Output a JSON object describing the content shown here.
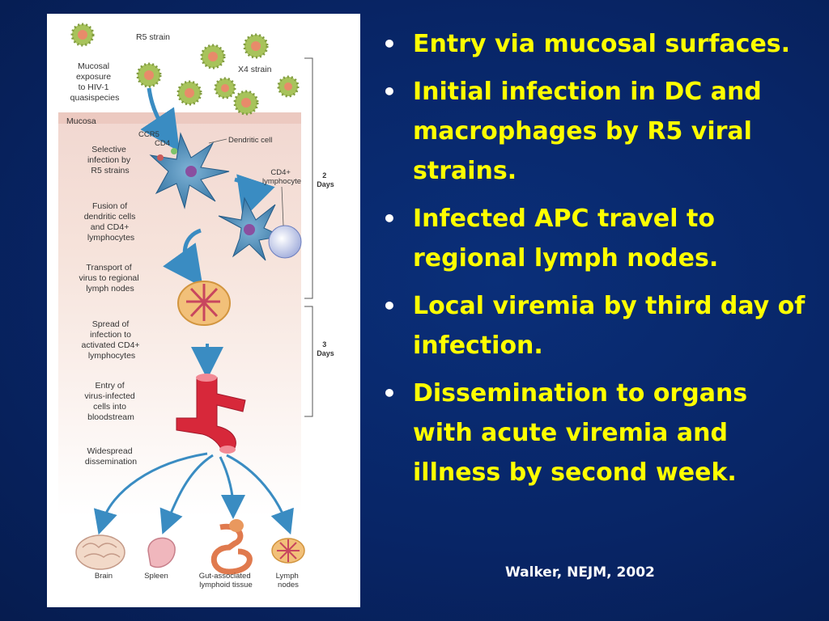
{
  "figure": {
    "labels": {
      "r5_strain": "R5 strain",
      "x4_strain": "X4 strain",
      "mucosal_exposure": [
        "Mucosal",
        "exposure",
        "to HIV-1",
        "quasispecies"
      ],
      "mucosa": "Mucosa",
      "ccr5": "CCR5",
      "cd4": "CD4",
      "dendritic_cell": "Dendritic cell",
      "selective_infection": [
        "Selective",
        "infection by",
        "R5 strains"
      ],
      "cd4_lymphocyte": [
        "CD4+",
        "lymphocyte"
      ],
      "two_days": [
        "2",
        "Days"
      ],
      "fusion": [
        "Fusion of",
        "dendritic cells",
        "and CD4+",
        "lymphocytes"
      ],
      "transport": [
        "Transport of",
        "virus to regional",
        "lymph nodes"
      ],
      "spread": [
        "Spread of",
        "infection to",
        "activated CD4+",
        "lymphocytes"
      ],
      "three_days": [
        "3",
        "Days"
      ],
      "entry": [
        "Entry of",
        "virus-infected",
        "cells into",
        "bloodstream"
      ],
      "widespread": [
        "Widespread",
        "dissemination"
      ],
      "brain": "Brain",
      "spleen": "Spleen",
      "gut": [
        "Gut-associated",
        "lymphoid tissue"
      ],
      "lymph_nodes": [
        "Lymph",
        "nodes"
      ]
    }
  },
  "bullets": [
    "Entry via mucosal surfaces.",
    "Initial infection in DC and macrophages by R5 viral strains.",
    "Infected APC travel to regional lymph nodes.",
    "Local viremia by third day of infection.",
    "Dissemination to organs with acute viremia and illness by second week."
  ],
  "citation": "Walker, NEJM, 2002",
  "colors": {
    "background": "#082566",
    "bullet_text": "#ffff00",
    "citation_text": "#ffffff"
  }
}
